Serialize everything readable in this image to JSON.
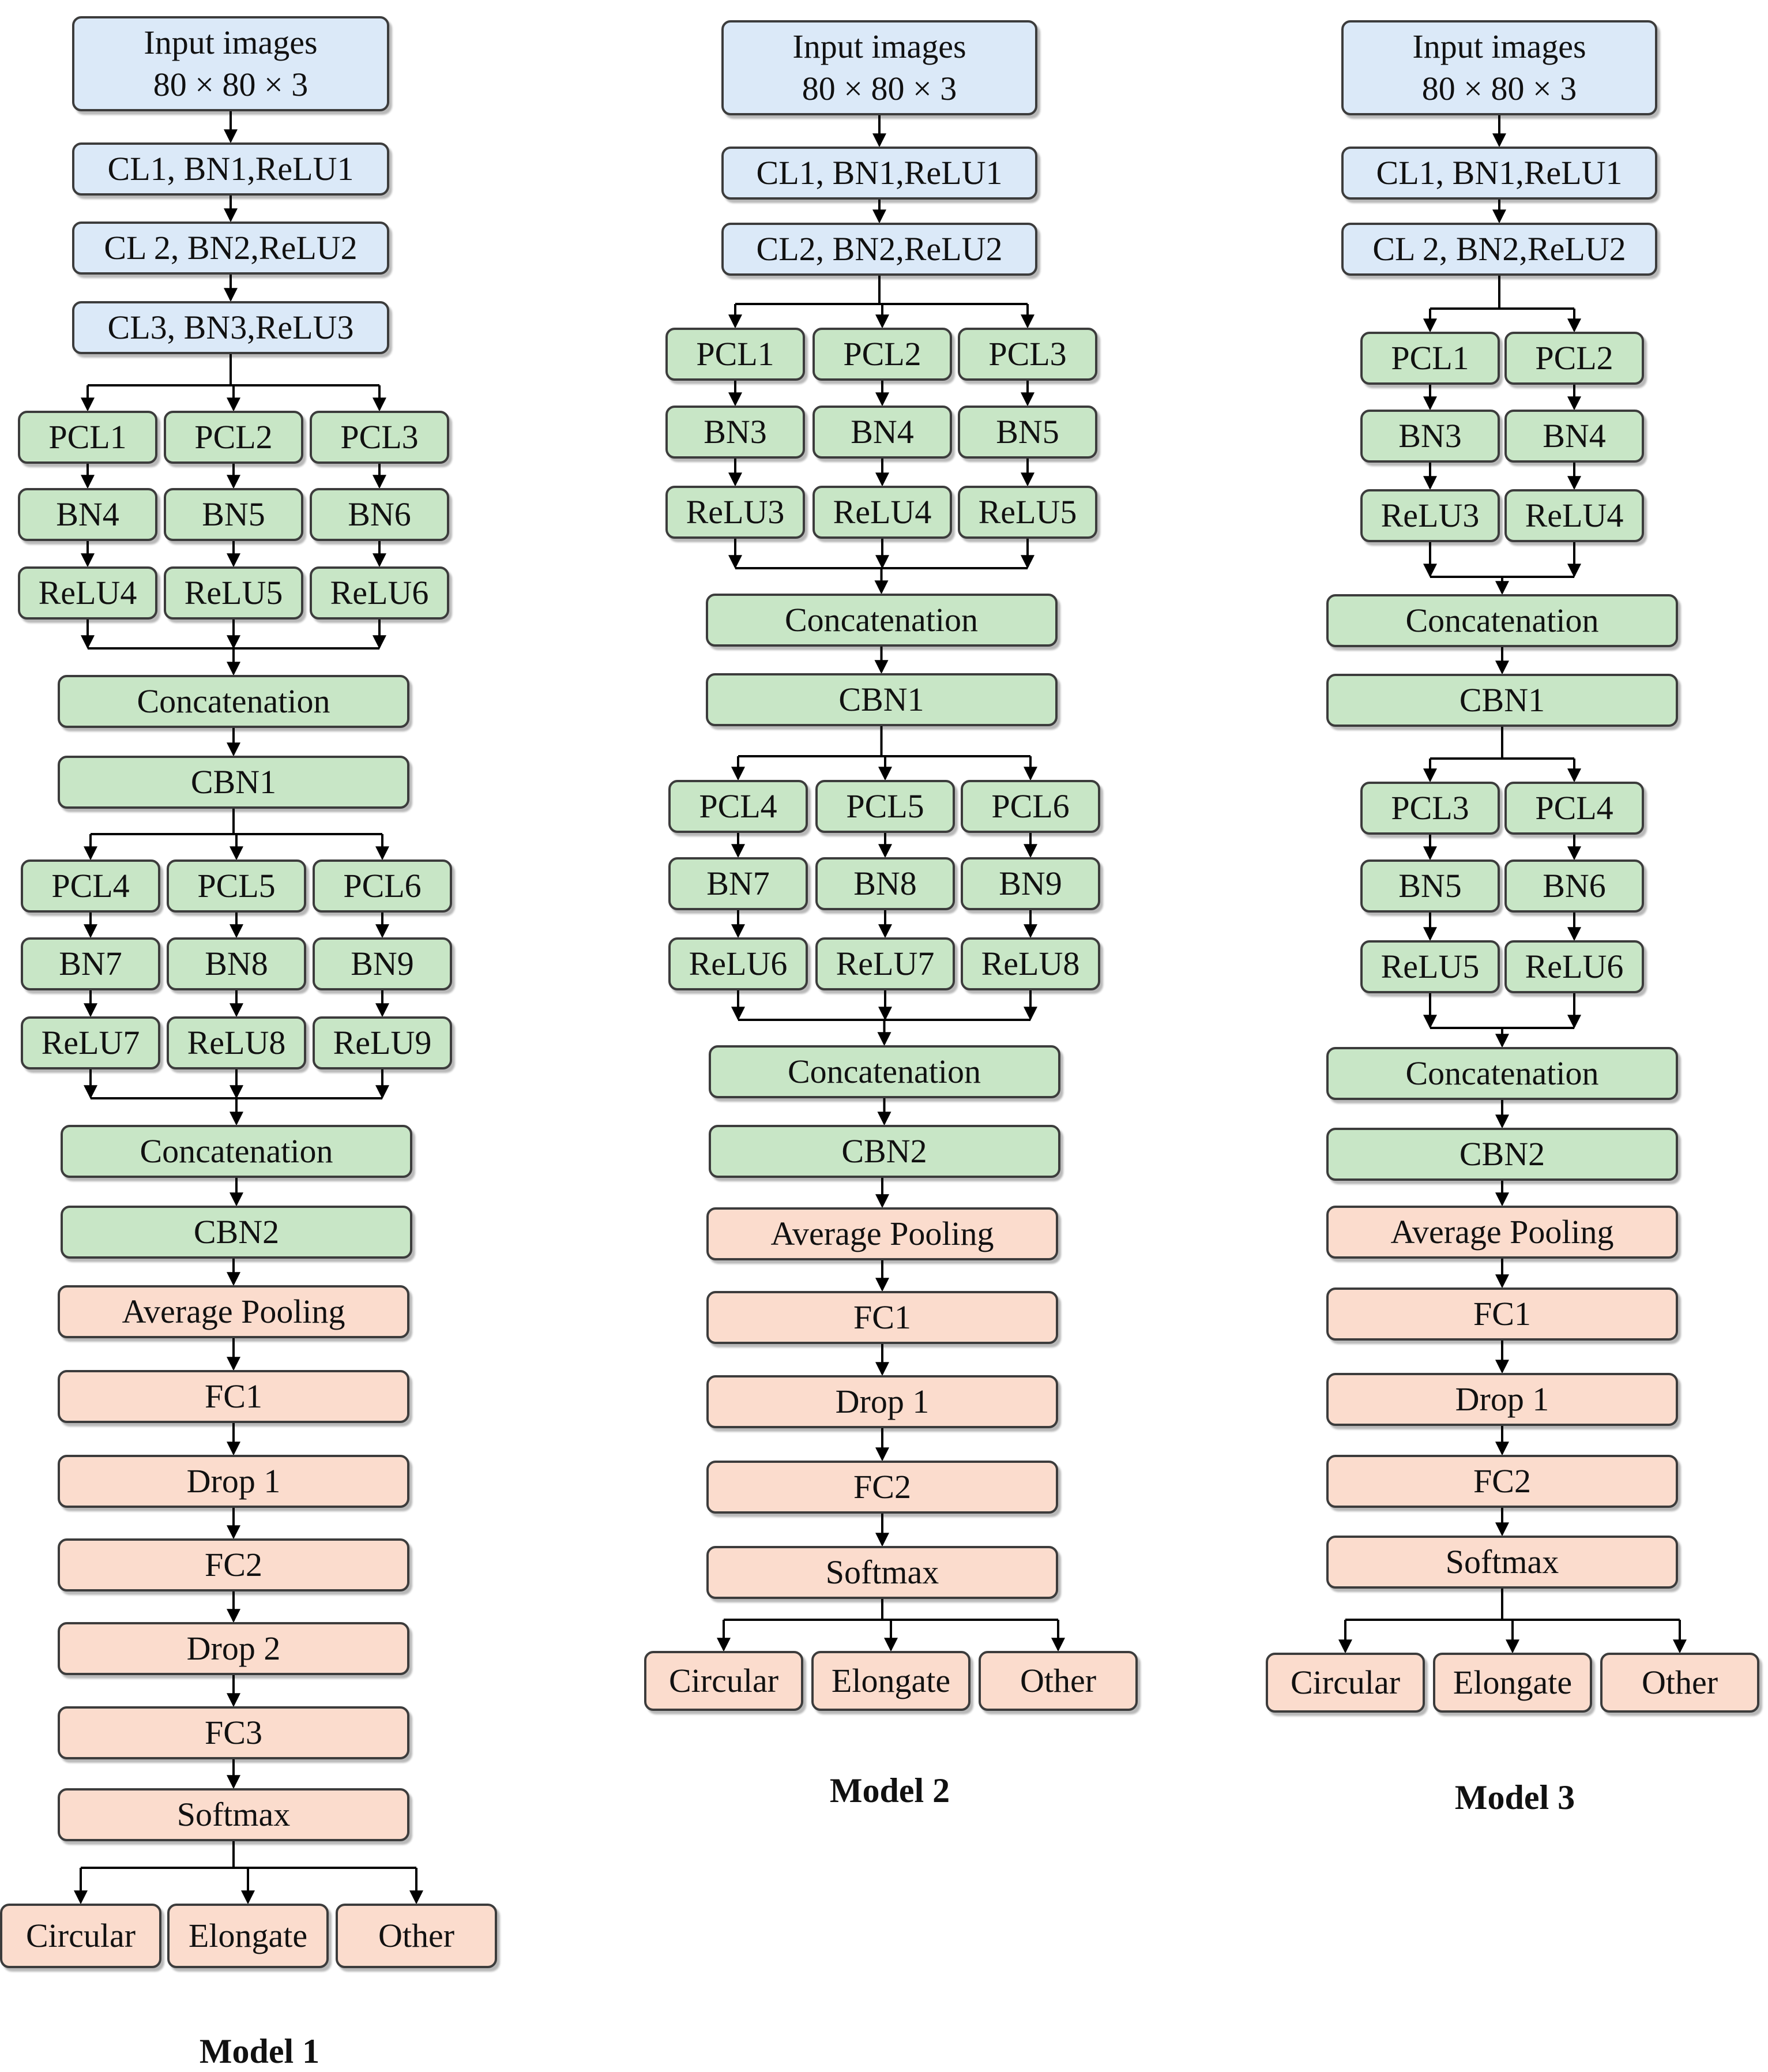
{
  "colors": {
    "input": "#dbe9f8",
    "conv": "#c8e6c6",
    "head": "#fbdccd",
    "line": "#000000"
  },
  "models": [
    {
      "caption": "Model 1",
      "input": {
        "line1": "Input images",
        "line2": "80 × 80 × 3"
      },
      "stem": [
        "CL1, BN1,ReLU1",
        "CL 2, BN2,ReLU2",
        "CL3, BN3,ReLU3"
      ],
      "parallel_blocks": [
        {
          "branches": [
            [
              "PCL1",
              "BN4",
              "ReLU4"
            ],
            [
              "PCL2",
              "BN5",
              "ReLU5"
            ],
            [
              "PCL3",
              "BN6",
              "ReLU6"
            ]
          ],
          "merge": "Concatenation",
          "norm": "CBN1"
        },
        {
          "branches": [
            [
              "PCL4",
              "BN7",
              "ReLU7"
            ],
            [
              "PCL5",
              "BN8",
              "ReLU8"
            ],
            [
              "PCL6",
              "BN9",
              "ReLU9"
            ]
          ],
          "merge": "Concatenation",
          "norm": "CBN2"
        }
      ],
      "head": [
        "Average Pooling",
        "FC1",
        "Drop 1",
        "FC2",
        "Drop 2",
        "FC3",
        "Softmax"
      ],
      "outputs": [
        "Circular",
        "Elongate",
        "Other"
      ]
    },
    {
      "caption": "Model 2",
      "input": {
        "line1": "Input images",
        "line2": "80 × 80 × 3"
      },
      "stem": [
        "CL1, BN1,ReLU1",
        "CL2, BN2,ReLU2"
      ],
      "parallel_blocks": [
        {
          "branches": [
            [
              "PCL1",
              "BN3",
              "ReLU3"
            ],
            [
              "PCL2",
              "BN4",
              "ReLU4"
            ],
            [
              "PCL3",
              "BN5",
              "ReLU5"
            ]
          ],
          "merge": "Concatenation",
          "norm": "CBN1"
        },
        {
          "branches": [
            [
              "PCL4",
              "BN7",
              "ReLU6"
            ],
            [
              "PCL5",
              "BN8",
              "ReLU7"
            ],
            [
              "PCL6",
              "BN9",
              "ReLU8"
            ]
          ],
          "merge": "Concatenation",
          "norm": "CBN2"
        }
      ],
      "head": [
        "Average Pooling",
        "FC1",
        "Drop 1",
        "FC2",
        "Softmax"
      ],
      "outputs": [
        "Circular",
        "Elongate",
        "Other"
      ]
    },
    {
      "caption": "Model 3",
      "input": {
        "line1": "Input images",
        "line2": "80 × 80 × 3"
      },
      "stem": [
        "CL1, BN1,ReLU1",
        "CL 2, BN2,ReLU2"
      ],
      "parallel_blocks": [
        {
          "branches": [
            [
              "PCL1",
              "BN3",
              "ReLU3"
            ],
            [
              "PCL2",
              "BN4",
              "ReLU4"
            ]
          ],
          "merge": "Concatenation",
          "norm": "CBN1"
        },
        {
          "branches": [
            [
              "PCL3",
              "BN5",
              "ReLU5"
            ],
            [
              "PCL4",
              "BN6",
              "ReLU6"
            ]
          ],
          "merge": "Concatenation",
          "norm": "CBN2"
        }
      ],
      "head": [
        "Average Pooling",
        "FC1",
        "Drop 1",
        "FC2",
        "Softmax"
      ],
      "outputs": [
        "Circular",
        "Elongate",
        "Other"
      ]
    }
  ]
}
